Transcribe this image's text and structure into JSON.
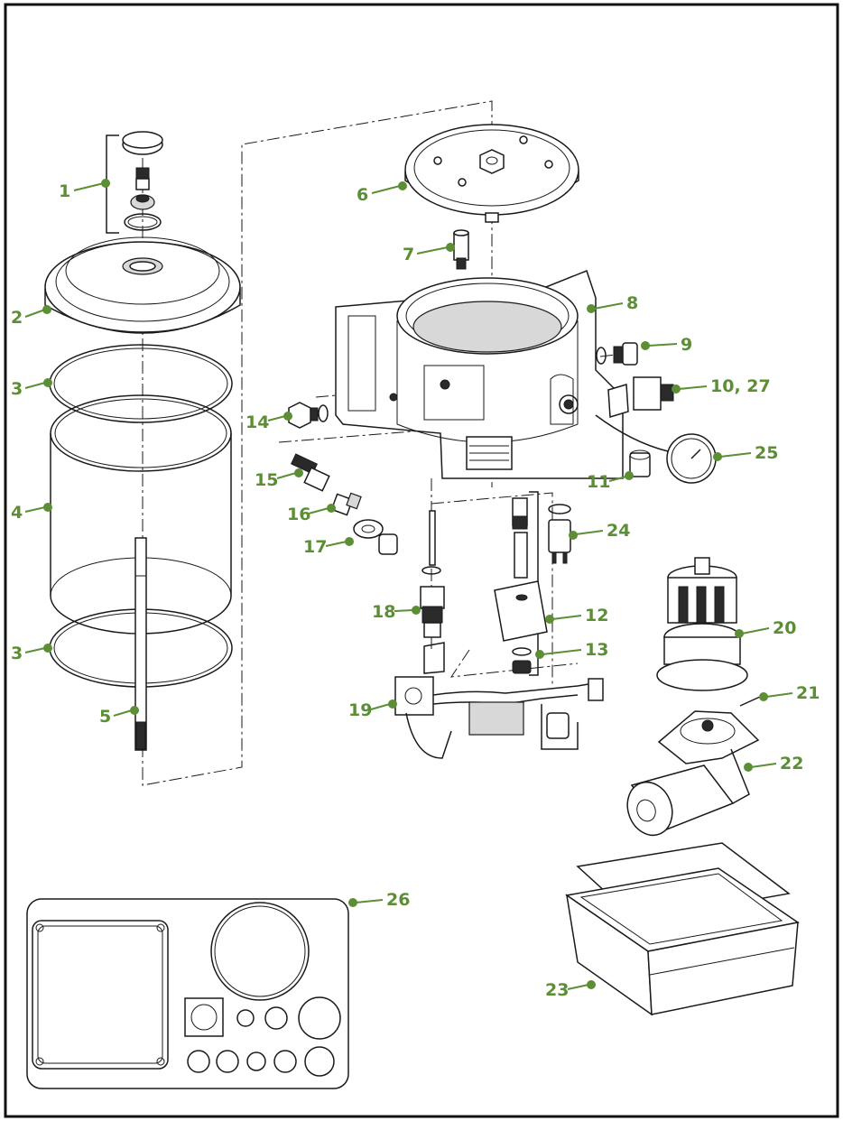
{
  "colors": {
    "callout": "#5b8e35",
    "line": "#1a1a1a",
    "background": "#ffffff"
  },
  "callouts": [
    {
      "id": "c1",
      "label": "1"
    },
    {
      "id": "c2",
      "label": "2"
    },
    {
      "id": "c3a",
      "label": "3"
    },
    {
      "id": "c4",
      "label": "4"
    },
    {
      "id": "c3b",
      "label": "3"
    },
    {
      "id": "c5",
      "label": "5"
    },
    {
      "id": "c6",
      "label": "6"
    },
    {
      "id": "c7",
      "label": "7"
    },
    {
      "id": "c8",
      "label": "8"
    },
    {
      "id": "c9",
      "label": "9"
    },
    {
      "id": "c10",
      "label": "10, 27"
    },
    {
      "id": "c14",
      "label": "14"
    },
    {
      "id": "c25",
      "label": "25"
    },
    {
      "id": "c11",
      "label": "11"
    },
    {
      "id": "c15",
      "label": "15"
    },
    {
      "id": "c16",
      "label": "16"
    },
    {
      "id": "c24",
      "label": "24"
    },
    {
      "id": "c17",
      "label": "17"
    },
    {
      "id": "c12",
      "label": "12"
    },
    {
      "id": "c18",
      "label": "18"
    },
    {
      "id": "c20",
      "label": "20"
    },
    {
      "id": "c13",
      "label": "13"
    },
    {
      "id": "c21",
      "label": "21"
    },
    {
      "id": "c19",
      "label": "19"
    },
    {
      "id": "c22",
      "label": "22"
    },
    {
      "id": "c26",
      "label": "26"
    },
    {
      "id": "c23",
      "label": "23"
    }
  ]
}
